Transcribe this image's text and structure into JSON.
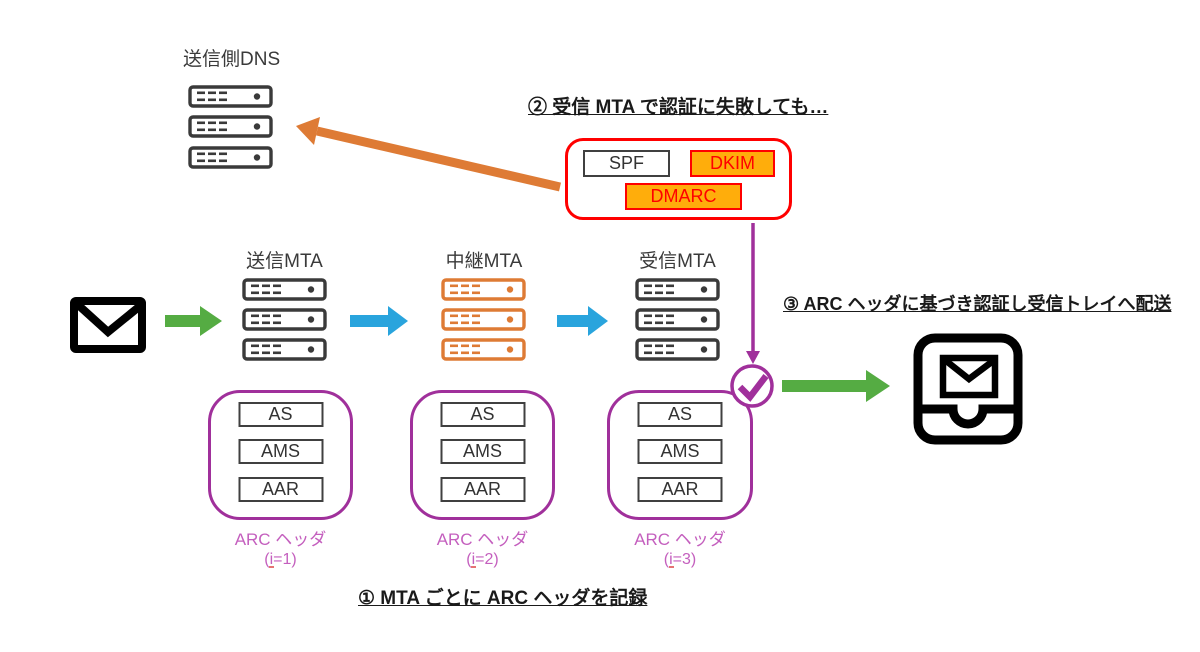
{
  "colors": {
    "purple": "#A0309B",
    "purpleLight": "#C45FBE",
    "red": "#FF0000",
    "orangeFill": "#FFAD0B",
    "orange": "#DE7B35",
    "green": "#55AC43",
    "blue": "#29A4DD",
    "dark": "#3A3A3A",
    "ink": "#1A1A1A"
  },
  "labels": {
    "dns_title": "送信側DNS",
    "mta": [
      {
        "label": "送信MTA"
      },
      {
        "label": "中継MTA"
      },
      {
        "label": "受信MTA"
      }
    ]
  },
  "annotations": {
    "step1": "① MTA ごとに ARC ヘッダを記録",
    "step2": "② 受信 MTA で認証に失敗しても…",
    "step3": "③ ARC ヘッダに基づき認証し受信トレイへ配送"
  },
  "auth_methods": {
    "spf": "SPF",
    "dkim": "DKIM",
    "dmarc": "DMARC"
  },
  "arc_groups": [
    {
      "caption": "ARC ヘッダ",
      "index": "(i=1)",
      "items": [
        "AS",
        "AMS",
        "AAR"
      ]
    },
    {
      "caption": "ARC ヘッダ",
      "index": "(i=2)",
      "items": [
        "AS",
        "AMS",
        "AAR"
      ]
    },
    {
      "caption": "ARC ヘッダ",
      "index": "(i=3)",
      "items": [
        "AS",
        "AMS",
        "AAR"
      ]
    }
  ],
  "icons": {
    "envelope": "envelope-icon",
    "server": "server-icon",
    "inbox_tray": "inbox-tray-icon",
    "check_circle": "check-circle-icon",
    "arrow_right": "arrow-right-icon",
    "arrow_up_left": "arrow-up-left-icon",
    "arrow_down": "arrow-down-icon"
  }
}
